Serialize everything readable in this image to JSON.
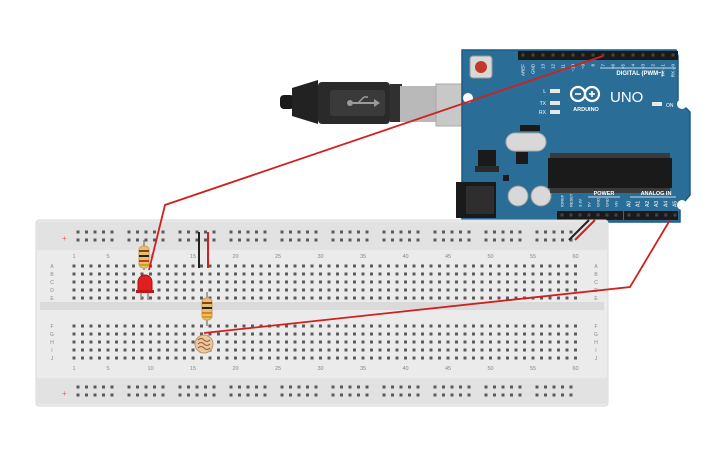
{
  "arduino": {
    "model": "UNO",
    "brand": "ARDUINO",
    "digital_header": "DIGITAL (PWM~)",
    "power_header": "POWER",
    "analog_header": "ANALOG IN",
    "on_label": "ON",
    "led_labels": [
      "L",
      "TX",
      "RX"
    ],
    "digital_pins": [
      "AREF",
      "GND",
      "13",
      "12",
      "~11",
      "~10",
      "~9",
      "8",
      "7",
      "~6",
      "~5",
      "4",
      "~3",
      "2",
      "TX→1",
      "RX←0"
    ],
    "power_pins": [
      "IOREF",
      "RESET",
      "3.3V",
      "5V",
      "GND",
      "GND",
      "Vin"
    ],
    "analog_pins": [
      "A0",
      "A1",
      "A2",
      "A3",
      "A4",
      "A5"
    ],
    "colors": {
      "board": "#2a6e98",
      "board_edge": "#1d5a80",
      "header": "#1a1a1a",
      "label": "#ffffff"
    }
  },
  "breadboard": {
    "column_numbers": [
      "1",
      "5",
      "10",
      "15",
      "20",
      "25",
      "30",
      "35",
      "40",
      "45",
      "50",
      "55",
      "60"
    ],
    "row_letters_top": [
      "A",
      "B",
      "C",
      "D",
      "E"
    ],
    "row_letters_bottom": [
      "F",
      "G",
      "H",
      "I",
      "J"
    ],
    "colors": {
      "body": "#ebebeb",
      "hole": "#5a5a5a",
      "rail_red": "#e06060",
      "rail_blue": "#7a9ad0"
    }
  },
  "components": {
    "led_color": "#e02020",
    "resistor_body": "#e8c070",
    "photoresistor_body": "#e8c8a0"
  },
  "wires": {
    "red": "#d02020",
    "black": "#222222"
  }
}
